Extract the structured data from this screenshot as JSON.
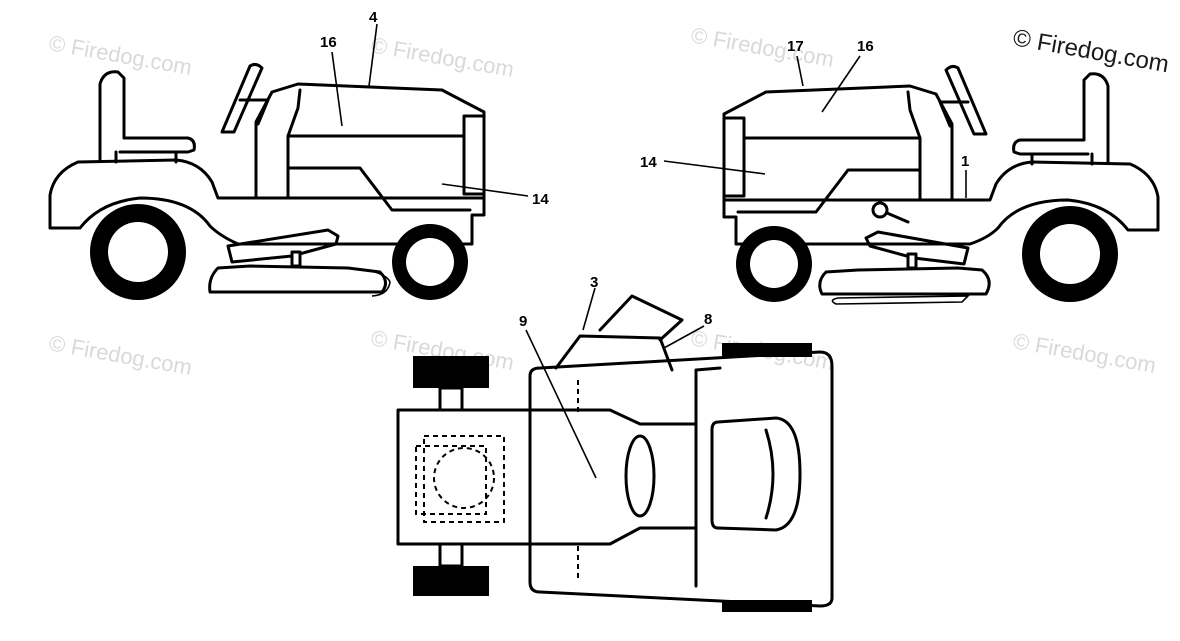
{
  "callouts": {
    "left_4": "4",
    "left_16": "16",
    "left_14": "14",
    "right_17": "17",
    "right_16": "16",
    "right_14": "14",
    "right_1": "1",
    "top_3": "3",
    "top_9": "9",
    "top_8": "8"
  },
  "watermarks": {
    "faint": "© Firedog.com",
    "corner": "© Firedog.com"
  },
  "colors": {
    "line": "#000000",
    "background": "#ffffff",
    "watermark": "#d9d9d9"
  }
}
